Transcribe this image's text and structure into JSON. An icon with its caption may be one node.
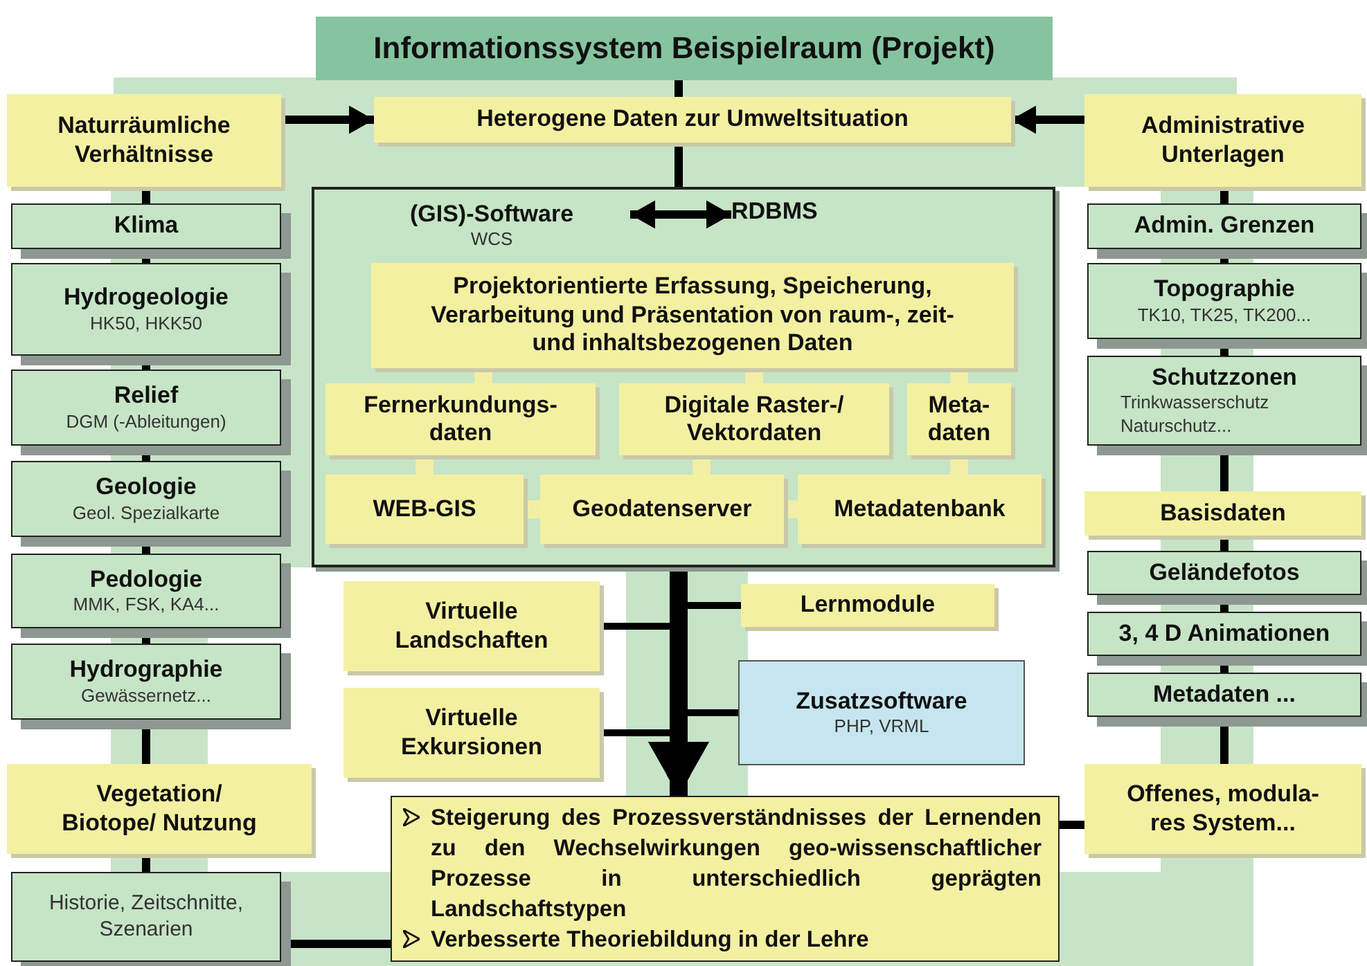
{
  "diagram": {
    "nodes": [
      {
        "text": [
          "Informationssystem Beispielraum (Projekt)"
        ]
      },
      {
        "text": [
          "Heterogene Daten zur Umweltsituation"
        ]
      },
      {
        "text": [
          "Naturräumliche Verhältnisse"
        ]
      },
      {
        "text": [
          "Administrative Unterlagen"
        ]
      },
      {
        "text": [],
        "shape": "box"
      },
      {
        "text": [
          "(GIS)-Software",
          "WCS"
        ],
        "in": 4
      },
      {
        "text": [
          "RDBMS"
        ],
        "in": 4
      },
      {
        "text": [
          "Projektorientierte Erfassung, Speicherung, Verarbeitung und Präsentation von raum-, zeit- und inhaltsbezogenen Daten"
        ],
        "in": 4
      },
      {
        "text": [
          "Fernerkundungs-daten"
        ],
        "in": 4
      },
      {
        "text": [
          "Digitale Raster-/ Vektordaten"
        ],
        "in": 4
      },
      {
        "text": [
          "Meta-daten"
        ],
        "in": 4
      },
      {
        "text": [
          "WEB-GIS"
        ],
        "in": 4
      },
      {
        "text": [
          "Geodatenserver"
        ],
        "in": 4
      },
      {
        "text": [
          "Metadatenbank"
        ],
        "in": 4
      },
      {
        "text": [
          "Klima"
        ]
      },
      {
        "text": [
          "Hydrogeologie",
          "HK50, HKK50"
        ]
      },
      {
        "text": [
          "Relief",
          "DGM (-Ableitungen)"
        ]
      },
      {
        "text": [
          "Geologie",
          "Geol. Spezialkarte"
        ]
      },
      {
        "text": [
          "Pedologie",
          "MMK, FSK, KA4..."
        ]
      },
      {
        "text": [
          "Hydrographie",
          "Gewässernetz..."
        ]
      },
      {
        "text": [
          "Vegetation/ Biotope/ Nutzung"
        ]
      },
      {
        "text": [
          "Historie, Zeitschnitte, Szenarien"
        ]
      },
      {
        "text": [
          "Virtuelle Landschaften"
        ]
      },
      {
        "text": [
          "Virtuelle Exkursionen"
        ]
      },
      {
        "text": [
          "Lernmodule"
        ]
      },
      {
        "text": [
          "Zusatzsoftware",
          "PHP, VRML"
        ]
      },
      {
        "text": [
          "Steigerung des Prozessverständnisses der Lernenden zu den Wechselwirkungen geo-wissenschaftlicher Prozesse in unterschiedlich geprägten Landschaftstypen",
          "Verbesserte Theoriebildung in der Lehre"
        ]
      },
      {
        "text": [
          "Admin. Grenzen"
        ]
      },
      {
        "text": [
          "Topographie",
          "TK10, TK25, TK200..."
        ]
      },
      {
        "text": [
          "Schutzzonen",
          "Trinkwasserschutz Naturschutz..."
        ]
      },
      {
        "text": [
          "Basisdaten"
        ]
      },
      {
        "text": [
          "Geländefotos"
        ]
      },
      {
        "text": [
          "3, 4 D Animationen"
        ]
      },
      {
        "text": [
          "Metadaten ..."
        ]
      },
      {
        "text": [
          "Offenes, modula-res System..."
        ]
      }
    ],
    "edges": [
      {
        "from": 0,
        "to": 1,
        "arrow": "none"
      },
      {
        "from": 2,
        "to": 1,
        "arrow": "to"
      },
      {
        "from": 3,
        "to": 1,
        "arrow": "to"
      },
      {
        "from": 1,
        "to": 4,
        "arrow": "none"
      },
      {
        "from": 5,
        "to": 6,
        "arrow": "both"
      },
      {
        "from": 7,
        "to": 8,
        "arrow": "none",
        "style": "thick",
        "color": "#f2eea6"
      },
      {
        "from": 7,
        "to": 9,
        "arrow": "none",
        "style": "thick",
        "color": "#f2eea6"
      },
      {
        "from": 7,
        "to": 10,
        "arrow": "none",
        "style": "thick",
        "color": "#f2eea6"
      },
      {
        "from": 8,
        "to": 11,
        "arrow": "none",
        "style": "thick",
        "color": "#f2eea6"
      },
      {
        "from": 9,
        "to": 12,
        "arrow": "none",
        "style": "thick",
        "color": "#f2eea6"
      },
      {
        "from": 10,
        "to": 13,
        "arrow": "none",
        "style": "thick",
        "color": "#f2eea6"
      },
      {
        "from": 11,
        "to": 12,
        "arrow": "none",
        "style": "thick",
        "color": "#f2eea6"
      },
      {
        "from": 12,
        "to": 13,
        "arrow": "none",
        "style": "thick",
        "color": "#f2eea6"
      },
      {
        "from": 2,
        "to": 14,
        "arrow": "none"
      },
      {
        "from": 14,
        "to": 15,
        "arrow": "none"
      },
      {
        "from": 15,
        "to": 16,
        "arrow": "none"
      },
      {
        "from": 16,
        "to": 17,
        "arrow": "none"
      },
      {
        "from": 17,
        "to": 18,
        "arrow": "none"
      },
      {
        "from": 18,
        "to": 19,
        "arrow": "none"
      },
      {
        "from": 19,
        "to": 20,
        "arrow": "none"
      },
      {
        "from": 20,
        "to": 21,
        "arrow": "none"
      },
      {
        "from": 21,
        "to": 26,
        "arrow": "none"
      },
      {
        "from": 4,
        "to": 26,
        "arrow": "to",
        "style": "thick"
      },
      {
        "from": 22,
        "to": 26,
        "arrow": "to"
      },
      {
        "from": 23,
        "to": 26,
        "arrow": "to"
      },
      {
        "from": 24,
        "to": 26,
        "arrow": "to"
      },
      {
        "from": 25,
        "to": 26,
        "arrow": "to"
      },
      {
        "from": 3,
        "to": 27,
        "arrow": "none"
      },
      {
        "from": 27,
        "to": 28,
        "arrow": "none"
      },
      {
        "from": 28,
        "to": 29,
        "arrow": "none"
      },
      {
        "from": 29,
        "to": 30,
        "arrow": "none"
      },
      {
        "from": 30,
        "to": 31,
        "arrow": "none"
      },
      {
        "from": 31,
        "to": 32,
        "arrow": "none"
      },
      {
        "from": 32,
        "to": 33,
        "arrow": "none"
      },
      {
        "from": 33,
        "to": 34,
        "arrow": "none"
      },
      {
        "from": 34,
        "to": 26,
        "arrow": "none"
      }
    ]
  }
}
